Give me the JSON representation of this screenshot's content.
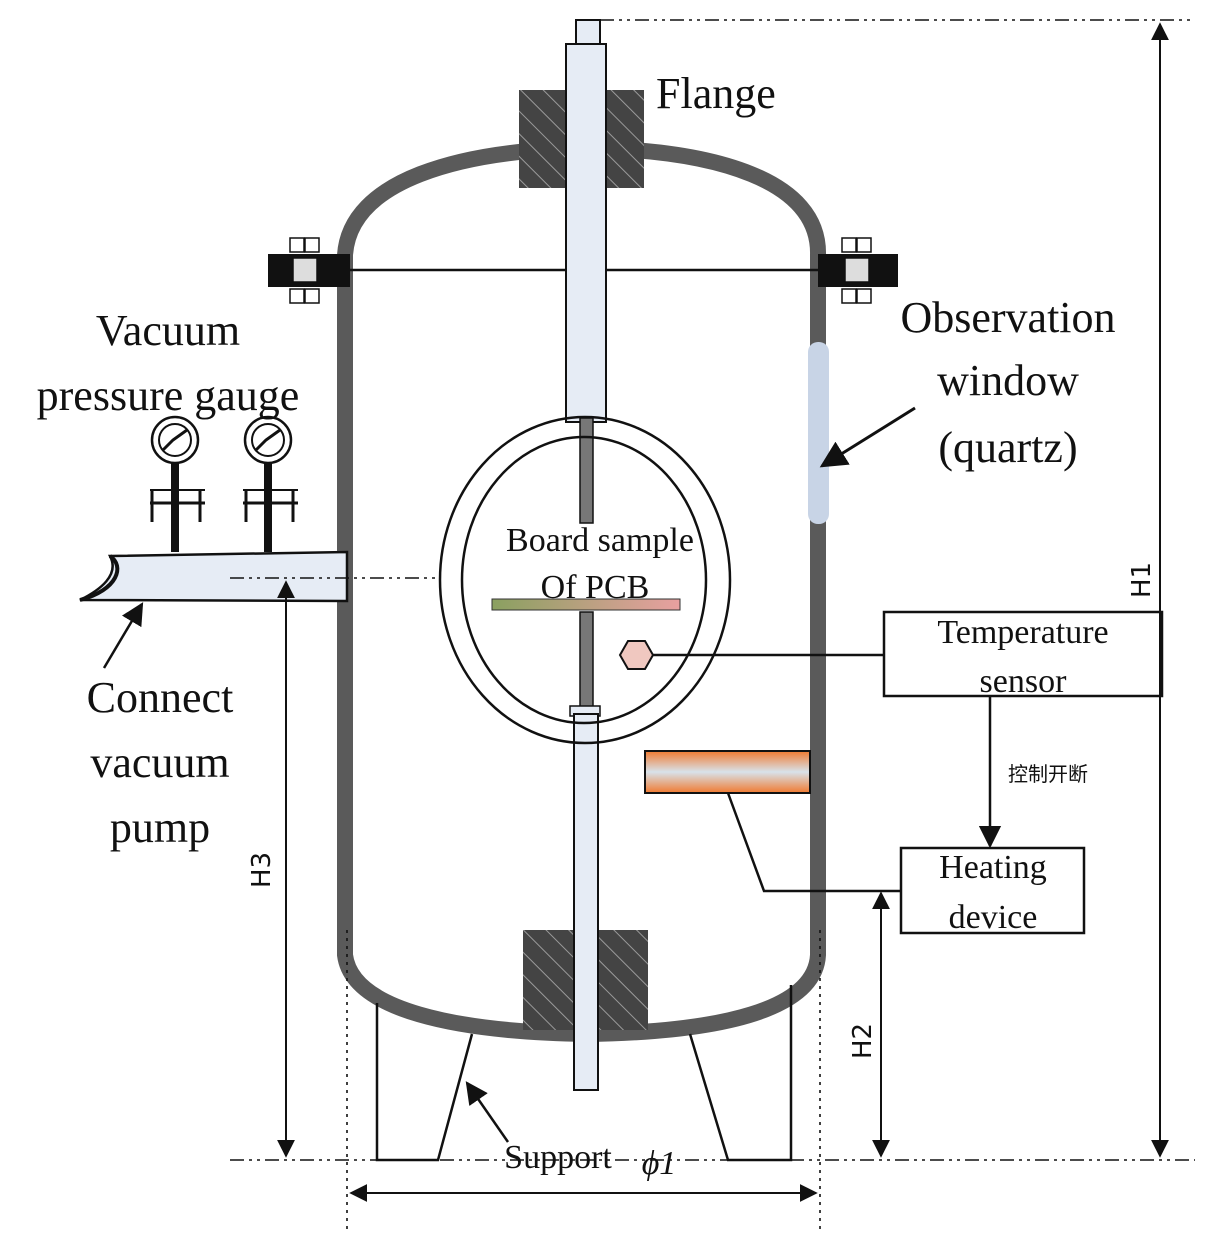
{
  "labels": {
    "flange": "Flange",
    "vacuum_gauge_line1": "Vacuum",
    "vacuum_gauge_line2": "pressure gauge",
    "observation_line1": "Observation",
    "observation_line2": "window",
    "observation_line3": "(quartz)",
    "board_line1": "Board sample",
    "board_line2": "Of PCB",
    "temp_sensor_line1": "Temperature",
    "temp_sensor_line2": "sensor",
    "control_note": "控制开断",
    "heating_line1": "Heating",
    "heating_line2": "device",
    "pump_line1": "Connect",
    "pump_line2": "vacuum",
    "pump_line3": "pump",
    "support": "Support",
    "diameter": "ϕ1",
    "h1": "H1",
    "h2": "H2",
    "h3": "H3"
  },
  "colors": {
    "vessel_wall": "#5a5a5a",
    "rod_fill": "#e6ecf5",
    "flange_fill": "#444444",
    "quartz_window": "#c8d4e6",
    "heater_orange": "#f07a30",
    "sensor_hex": "#f0c8c0",
    "pcb_left": "#8aa060",
    "pcb_right": "#e8a0a0"
  }
}
